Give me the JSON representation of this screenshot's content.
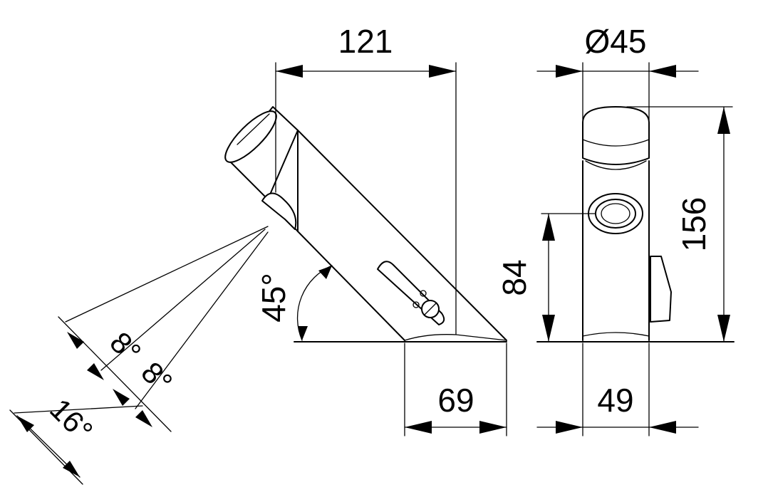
{
  "dimensions": {
    "spout_length": "121",
    "diameter": "Ø45",
    "total_height": "156",
    "sensor_height": "84",
    "base_depth": "69",
    "base_width": "49",
    "mount_angle": "45°",
    "spray_angle_left": "8°",
    "spray_angle_right": "8°",
    "spray_angle_total": "16°"
  },
  "colors": {
    "line": "#000000",
    "background": "#ffffff"
  }
}
